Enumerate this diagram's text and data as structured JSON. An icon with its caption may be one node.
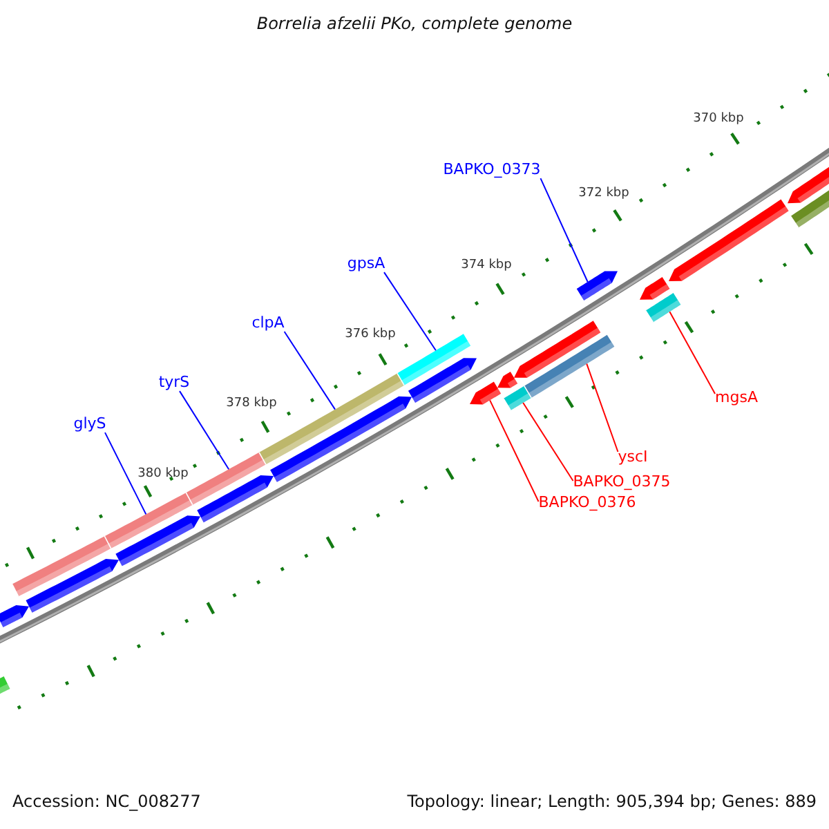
{
  "diagram": {
    "title": "Borrelia afzelii PKo, complete genome",
    "nodes": [
      {
        "text": [
          "BAPKO_0373"
        ]
      },
      {
        "text": [
          "gpsA"
        ]
      },
      {
        "text": [
          "clpA"
        ]
      },
      {
        "text": [
          "tyrS"
        ]
      },
      {
        "text": [
          "glyS"
        ]
      },
      {
        "text": [
          "mgsA"
        ]
      },
      {
        "text": [
          "yscI"
        ]
      },
      {
        "text": [
          "BAPKO_0375"
        ]
      },
      {
        "text": [
          "BAPKO_0376"
        ]
      },
      {
        "text": [],
        "shape": "bar"
      },
      {
        "text": [],
        "shape": "bar"
      },
      {
        "text": [],
        "shape": "bar"
      },
      {
        "text": [],
        "shape": "bar"
      },
      {
        "text": [],
        "shape": "bar"
      },
      {
        "text": [],
        "shape": "bar"
      },
      {
        "text": [],
        "shape": "bar"
      },
      {
        "text": [],
        "shape": "bar"
      },
      {
        "text": [],
        "shape": "bar"
      },
      {
        "text": [],
        "shape": "bar"
      },
      {
        "text": [],
        "shape": "bar"
      },
      {
        "text": [],
        "shape": "bar"
      },
      {
        "text": [],
        "shape": "bar"
      },
      {
        "text": [],
        "shape": "bar"
      },
      {
        "text": [],
        "shape": "bar"
      },
      {
        "text": [],
        "shape": "bar"
      },
      {
        "text": [],
        "shape": "bar"
      },
      {
        "text": [],
        "shape": "bar"
      },
      {
        "text": [],
        "shape": "bar"
      },
      {
        "text": [],
        "shape": "bar"
      },
      {
        "text": [],
        "shape": "bar"
      },
      {
        "text": [],
        "shape": "bar"
      },
      {
        "text": [],
        "shape": "bar"
      }
    ],
    "edges": [
      {
        "from": 0,
        "to": 15,
        "arrow": "none"
      },
      {
        "from": 1,
        "to": 20,
        "arrow": "none"
      },
      {
        "from": 2,
        "to": 19,
        "arrow": "none"
      },
      {
        "from": 3,
        "to": 18,
        "arrow": "none"
      },
      {
        "from": 4,
        "to": 17,
        "arrow": "none"
      },
      {
        "from": 5,
        "to": 29,
        "arrow": "none",
        "color": "#ff0000"
      },
      {
        "from": 6,
        "to": 28,
        "arrow": "none",
        "color": "#ff0000"
      },
      {
        "from": 7,
        "to": 27,
        "arrow": "none",
        "color": "#ff0000"
      },
      {
        "from": 8,
        "to": 21,
        "arrow": "none",
        "color": "#ff0000"
      }
    ],
    "labels": [
      "370 kbp",
      "372 kbp",
      "374 kbp",
      "376 kbp",
      "378 kbp",
      "380 kbp",
      "Accession: NC_008277",
      "Topology: linear; Length: 905,394 bp; Genes: 889"
    ]
  }
}
